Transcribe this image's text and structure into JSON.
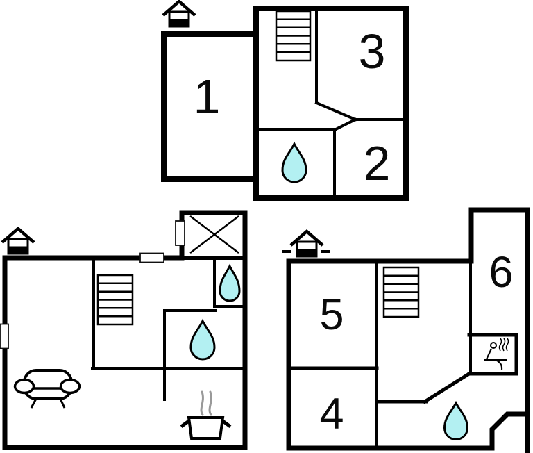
{
  "document": {
    "type": "property-floor-plan",
    "plan_count": 3
  },
  "colors": {
    "walls": "#000000",
    "water_drop_fill": "#b3f0f2",
    "steam_gray": "#999999",
    "background": "#ffffff"
  },
  "plans": {
    "top_floor": {
      "rooms": {
        "room1": "1",
        "room2": "2",
        "room3": "3"
      },
      "icons": [
        "house-entrance-icon",
        "staircase-icon",
        "water-drop-icon"
      ]
    },
    "ground_floor": {
      "rooms": {},
      "icons": [
        "house-entrance-icon",
        "staircase-icon",
        "water-drop-icon-small-bath",
        "water-drop-icon-large-bath",
        "sofa-icon",
        "cooking-pot-icon",
        "crossed-area-icon",
        "door-opening-top-wall",
        "door-opening-cross-room",
        "door-opening-left-wall"
      ]
    },
    "annex_floor": {
      "rooms": {
        "room4": "4",
        "room5": "5",
        "room6": "6"
      },
      "icons": [
        "house-entrance-icon-with-dashes",
        "staircase-icon",
        "water-drop-icon",
        "sauna-icon"
      ]
    }
  }
}
